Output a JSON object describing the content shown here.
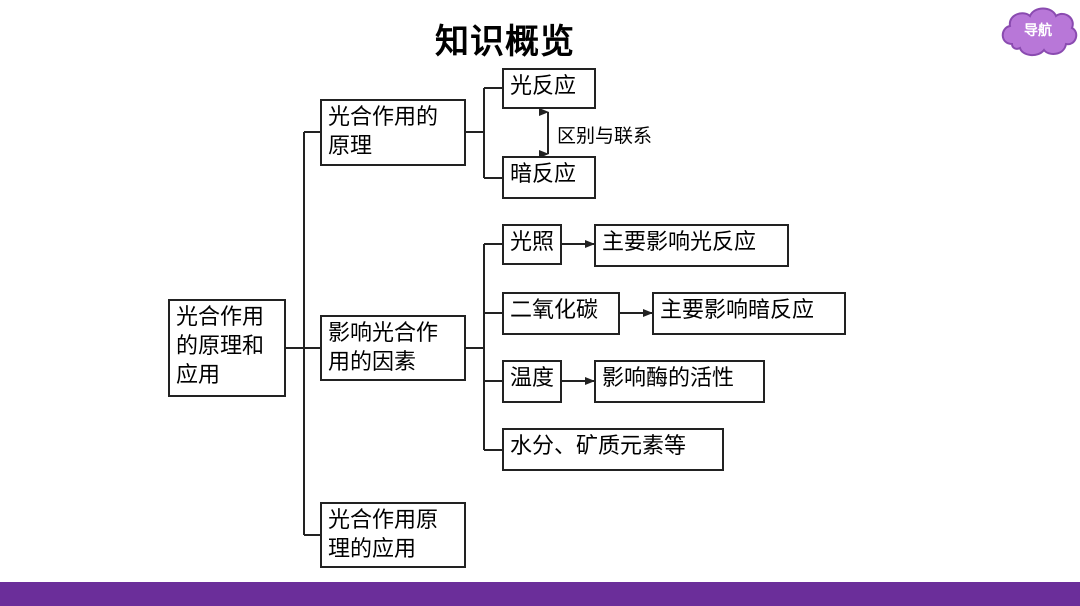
{
  "title": "知识概览",
  "nav": {
    "label": "导航"
  },
  "diagram": {
    "root": "光合作用\n的原理和\n应用",
    "principle": "光合作用的\n原理",
    "light_reaction": "光反应",
    "dark_reaction": "暗反应",
    "relation_label": "区别与联系",
    "factors": "影响光合作\n用的因素",
    "light": "光照",
    "light_effect": "主要影响光反应",
    "co2": "二氧化碳",
    "co2_effect": "主要影响暗反应",
    "temperature": "温度",
    "temperature_effect": "影响酶的活性",
    "water_minerals": "水分、矿质元素等",
    "application": "光合作用原\n理的应用"
  },
  "colors": {
    "footer": "#6b2e9a",
    "nav_badge": "#b877d8",
    "nav_badge_border": "#8a4bb0"
  }
}
